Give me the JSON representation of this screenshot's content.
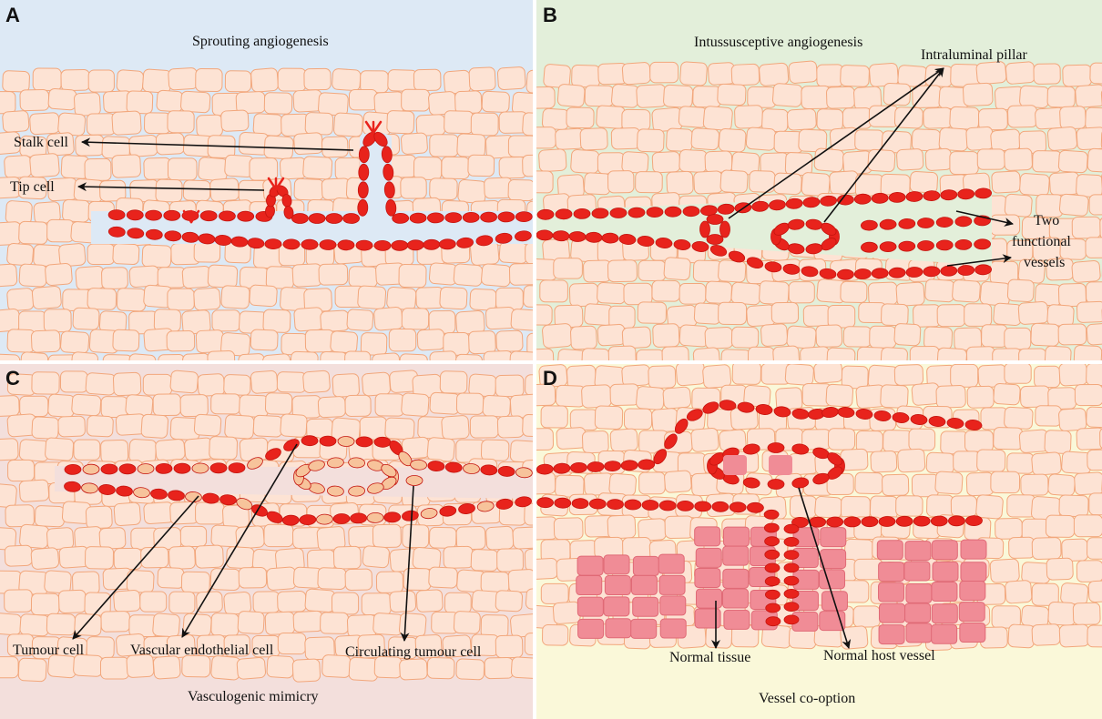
{
  "panels": {
    "A": {
      "letter": "A",
      "title": "Sprouting angiogenesis",
      "labels": {
        "stalk_cell": "Stalk cell",
        "tip_cell": "Tip cell"
      }
    },
    "B": {
      "letter": "B",
      "title": "Intussusceptive angiogenesis",
      "labels": {
        "intraluminal_pillar": "Intraluminal pillar",
        "two_functional_vessels": [
          "Two",
          "functional",
          "vessels"
        ]
      }
    },
    "C": {
      "letter": "C",
      "title": "Vasculogenic mimicry",
      "labels": {
        "tumour_cell": "Tumour cell",
        "vascular_endothelial_cell": "Vascular endothelial cell",
        "circulating_tumour_cell": "Circulating tumour cell"
      }
    },
    "D": {
      "letter": "D",
      "title": "Vessel co-option",
      "labels": {
        "normal_tissue": "Normal tissue",
        "normal_host_vessel": "Normal host vessel"
      }
    }
  },
  "colors": {
    "panel_a_bg": "#dde9f5",
    "panel_b_bg": "#e3efda",
    "panel_c_bg": "#f3dfdc",
    "panel_d_bg": "#faf8d9",
    "tissue_cell_fill": "#fde3d4",
    "tissue_cell_stroke": "#f2a77c",
    "endothelial_cell": "#e8231c",
    "tumour_cell_fill": "#f7c39b",
    "normal_tissue_fill": "#f08c96"
  }
}
